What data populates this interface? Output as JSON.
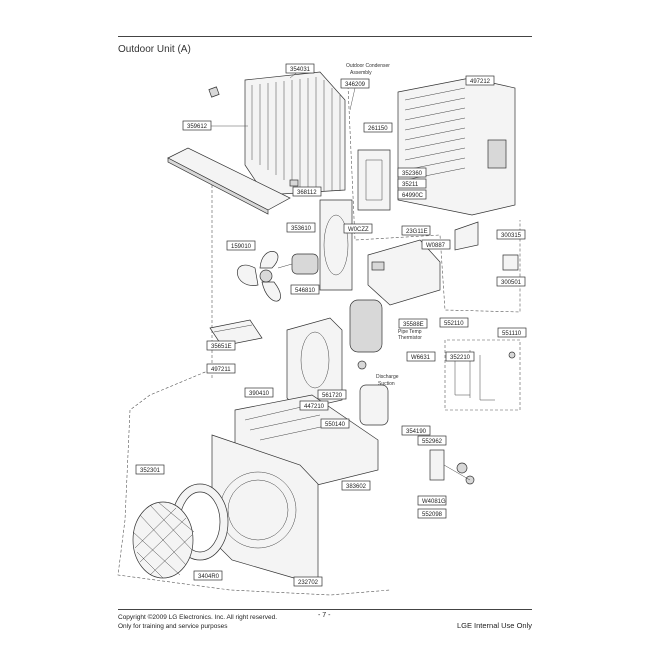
{
  "title": "Outdoor Unit (A)",
  "notes": {
    "condenser": [
      "Outdoor Condenser",
      "Assembly"
    ],
    "pipe_temp": [
      "Pipe Temp",
      "Thermistor"
    ],
    "discharge": [
      "Discharge",
      "Suction"
    ]
  },
  "part_labels": {
    "top_cond": "354031",
    "cond_assy": "346209",
    "top_right": "497212",
    "left_top": "359612",
    "mid_small1": "261150",
    "ctrl1": "352360",
    "ctrl2": "35211",
    "ctrl3": "64990C",
    "motor_mount": "368112",
    "bracket": "353610",
    "fan": "159010",
    "motor": "546810",
    "v1": "W0CZZ",
    "v2": "23G11E",
    "v3": "W0887",
    "right1": "300315",
    "right2": "300501",
    "ctrl_box": "35588E",
    "right3": "552110",
    "pipe_assy": "551110",
    "v4": "W6631",
    "right4": "352210",
    "pcb": "35651E",
    "base_left": "497211",
    "base": "390410",
    "relay": "561720",
    "relay2": "447210",
    "comp1": "550140",
    "comp2": "354190",
    "valve_assy": "552962",
    "grille": "352301",
    "front_small": "383602",
    "valve2": "W4081G",
    "valve3": "552098",
    "orifice": "3404R0",
    "front_panel": "232702"
  },
  "footer": {
    "copyright": "Copyright ©2009 LG Electronics. Inc. All right reserved.",
    "training": "Only for training and service purposes",
    "page": "- 7 -",
    "internal": "LGE Internal Use Only"
  }
}
